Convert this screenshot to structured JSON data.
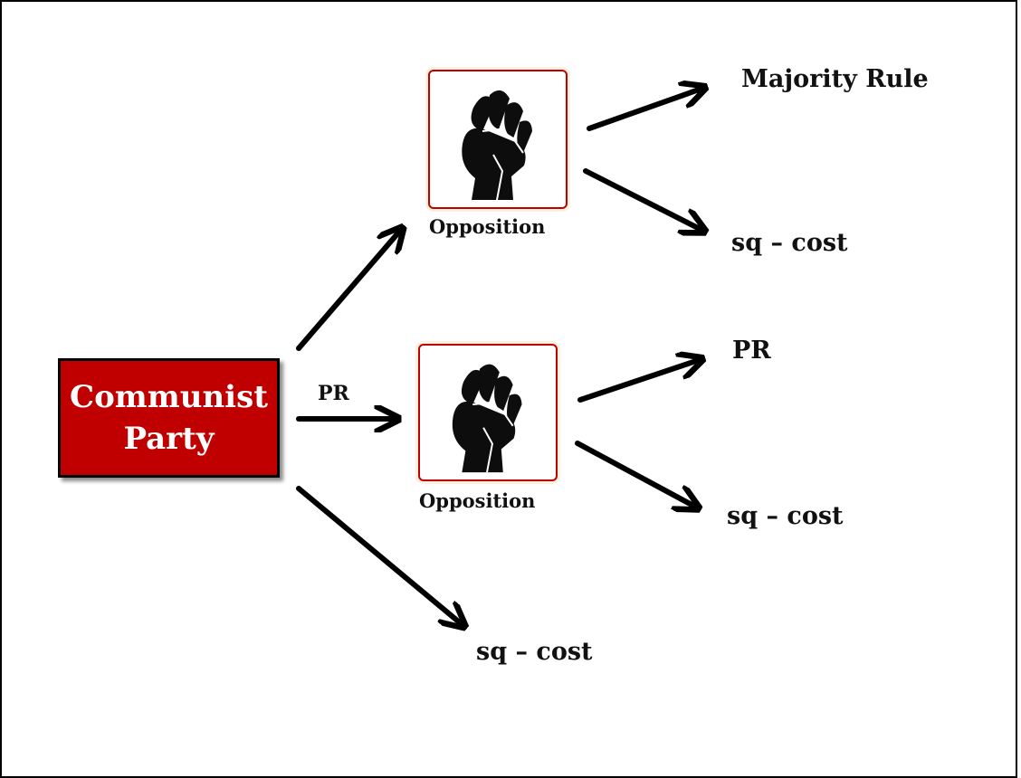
{
  "root": {
    "label": "Communist\nParty"
  },
  "edge_label_pr": "PR",
  "opposition_top": {
    "label": "Opposition",
    "icon": "raised-fist-icon"
  },
  "opposition_bottom": {
    "label": "Opposition",
    "icon": "raised-fist-icon"
  },
  "outcomes": {
    "top_a": "Majority Rule",
    "top_b": "sq – cost",
    "mid_a": "PR",
    "mid_b": "sq – cost",
    "root_c": "sq – cost"
  },
  "colors": {
    "root_fill": "#c00000",
    "box_border": "#c00000",
    "ink": "#000000"
  }
}
